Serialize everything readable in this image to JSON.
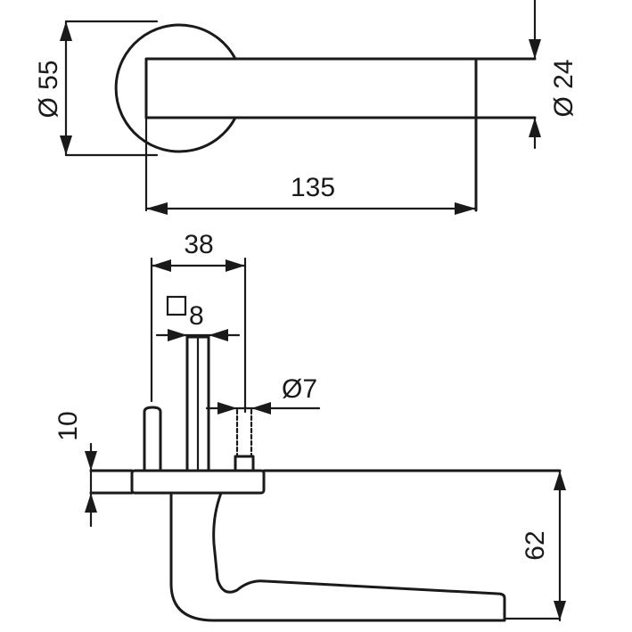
{
  "dimensions": {
    "rose_diameter": "Ø 55",
    "lever_diameter": "Ø 24",
    "lever_length": "135",
    "spacing": "38",
    "spindle_square": "8",
    "pin_diameter": "Ø7",
    "rose_thickness": "10",
    "projection": "62"
  }
}
